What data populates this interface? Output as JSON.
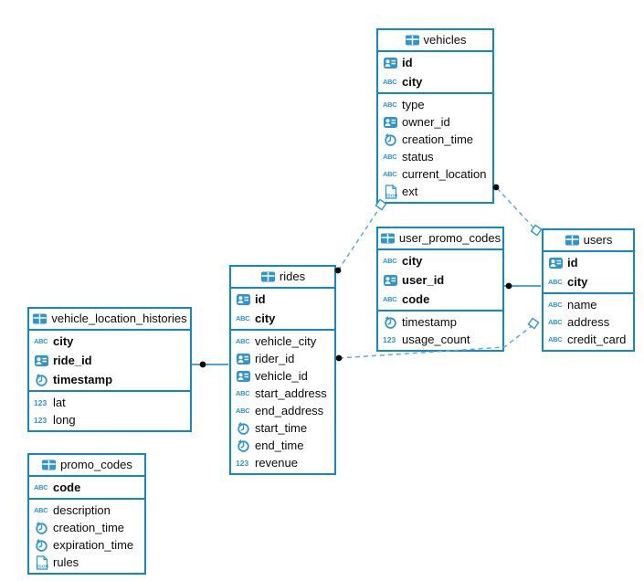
{
  "icon_glyphs": {
    "string": "ABC",
    "number": "123",
    "json": "JSON"
  },
  "colors": {
    "table_border": "#1287c9",
    "icon_blue": "#2e95d1",
    "relation_dashed": "#62aadc",
    "relation_solid": "#1287c9",
    "endpoint_dot": "#05080c",
    "text": "#0b0b0b",
    "background": "#ffffff"
  },
  "tables": [
    {
      "name": "vehicles",
      "key_columns": [
        {
          "name": "id",
          "type": "uuid"
        },
        {
          "name": "city",
          "type": "string"
        }
      ],
      "columns": [
        {
          "name": "type",
          "type": "string"
        },
        {
          "name": "owner_id",
          "type": "uuid"
        },
        {
          "name": "creation_time",
          "type": "timestamp"
        },
        {
          "name": "status",
          "type": "string"
        },
        {
          "name": "current_location",
          "type": "string"
        },
        {
          "name": "ext",
          "type": "json"
        }
      ]
    },
    {
      "name": "user_promo_codes",
      "key_columns": [
        {
          "name": "city",
          "type": "string"
        },
        {
          "name": "user_id",
          "type": "uuid"
        },
        {
          "name": "code",
          "type": "string"
        }
      ],
      "columns": [
        {
          "name": "timestamp",
          "type": "timestamp"
        },
        {
          "name": "usage_count",
          "type": "number"
        }
      ]
    },
    {
      "name": "users",
      "key_columns": [
        {
          "name": "id",
          "type": "uuid"
        },
        {
          "name": "city",
          "type": "string"
        }
      ],
      "columns": [
        {
          "name": "name",
          "type": "string"
        },
        {
          "name": "address",
          "type": "string"
        },
        {
          "name": "credit_card",
          "type": "string"
        }
      ]
    },
    {
      "name": "rides",
      "key_columns": [
        {
          "name": "id",
          "type": "uuid"
        },
        {
          "name": "city",
          "type": "string"
        }
      ],
      "columns": [
        {
          "name": "vehicle_city",
          "type": "string"
        },
        {
          "name": "rider_id",
          "type": "uuid"
        },
        {
          "name": "vehicle_id",
          "type": "uuid"
        },
        {
          "name": "start_address",
          "type": "string"
        },
        {
          "name": "end_address",
          "type": "string"
        },
        {
          "name": "start_time",
          "type": "timestamp"
        },
        {
          "name": "end_time",
          "type": "timestamp"
        },
        {
          "name": "revenue",
          "type": "number"
        }
      ]
    },
    {
      "name": "vehicle_location_histories",
      "key_columns": [
        {
          "name": "city",
          "type": "string"
        },
        {
          "name": "ride_id",
          "type": "uuid"
        },
        {
          "name": "timestamp",
          "type": "timestamp"
        }
      ],
      "columns": [
        {
          "name": "lat",
          "type": "number"
        },
        {
          "name": "long",
          "type": "number"
        }
      ]
    },
    {
      "name": "promo_codes",
      "key_columns": [
        {
          "name": "code",
          "type": "string"
        }
      ],
      "columns": [
        {
          "name": "description",
          "type": "string"
        },
        {
          "name": "creation_time",
          "type": "timestamp"
        },
        {
          "name": "expiration_time",
          "type": "timestamp"
        },
        {
          "name": "rules",
          "type": "json"
        }
      ]
    }
  ],
  "relations": [
    {
      "from": "vehicles",
      "to": "users",
      "style": "dashed"
    },
    {
      "from": "rides",
      "to": "vehicles",
      "style": "dashed"
    },
    {
      "from": "rides",
      "to": "users",
      "style": "dashed"
    },
    {
      "from": "user_promo_codes",
      "to": "users",
      "style": "solid"
    },
    {
      "from": "vehicle_location_histories",
      "to": "rides",
      "style": "solid"
    }
  ]
}
